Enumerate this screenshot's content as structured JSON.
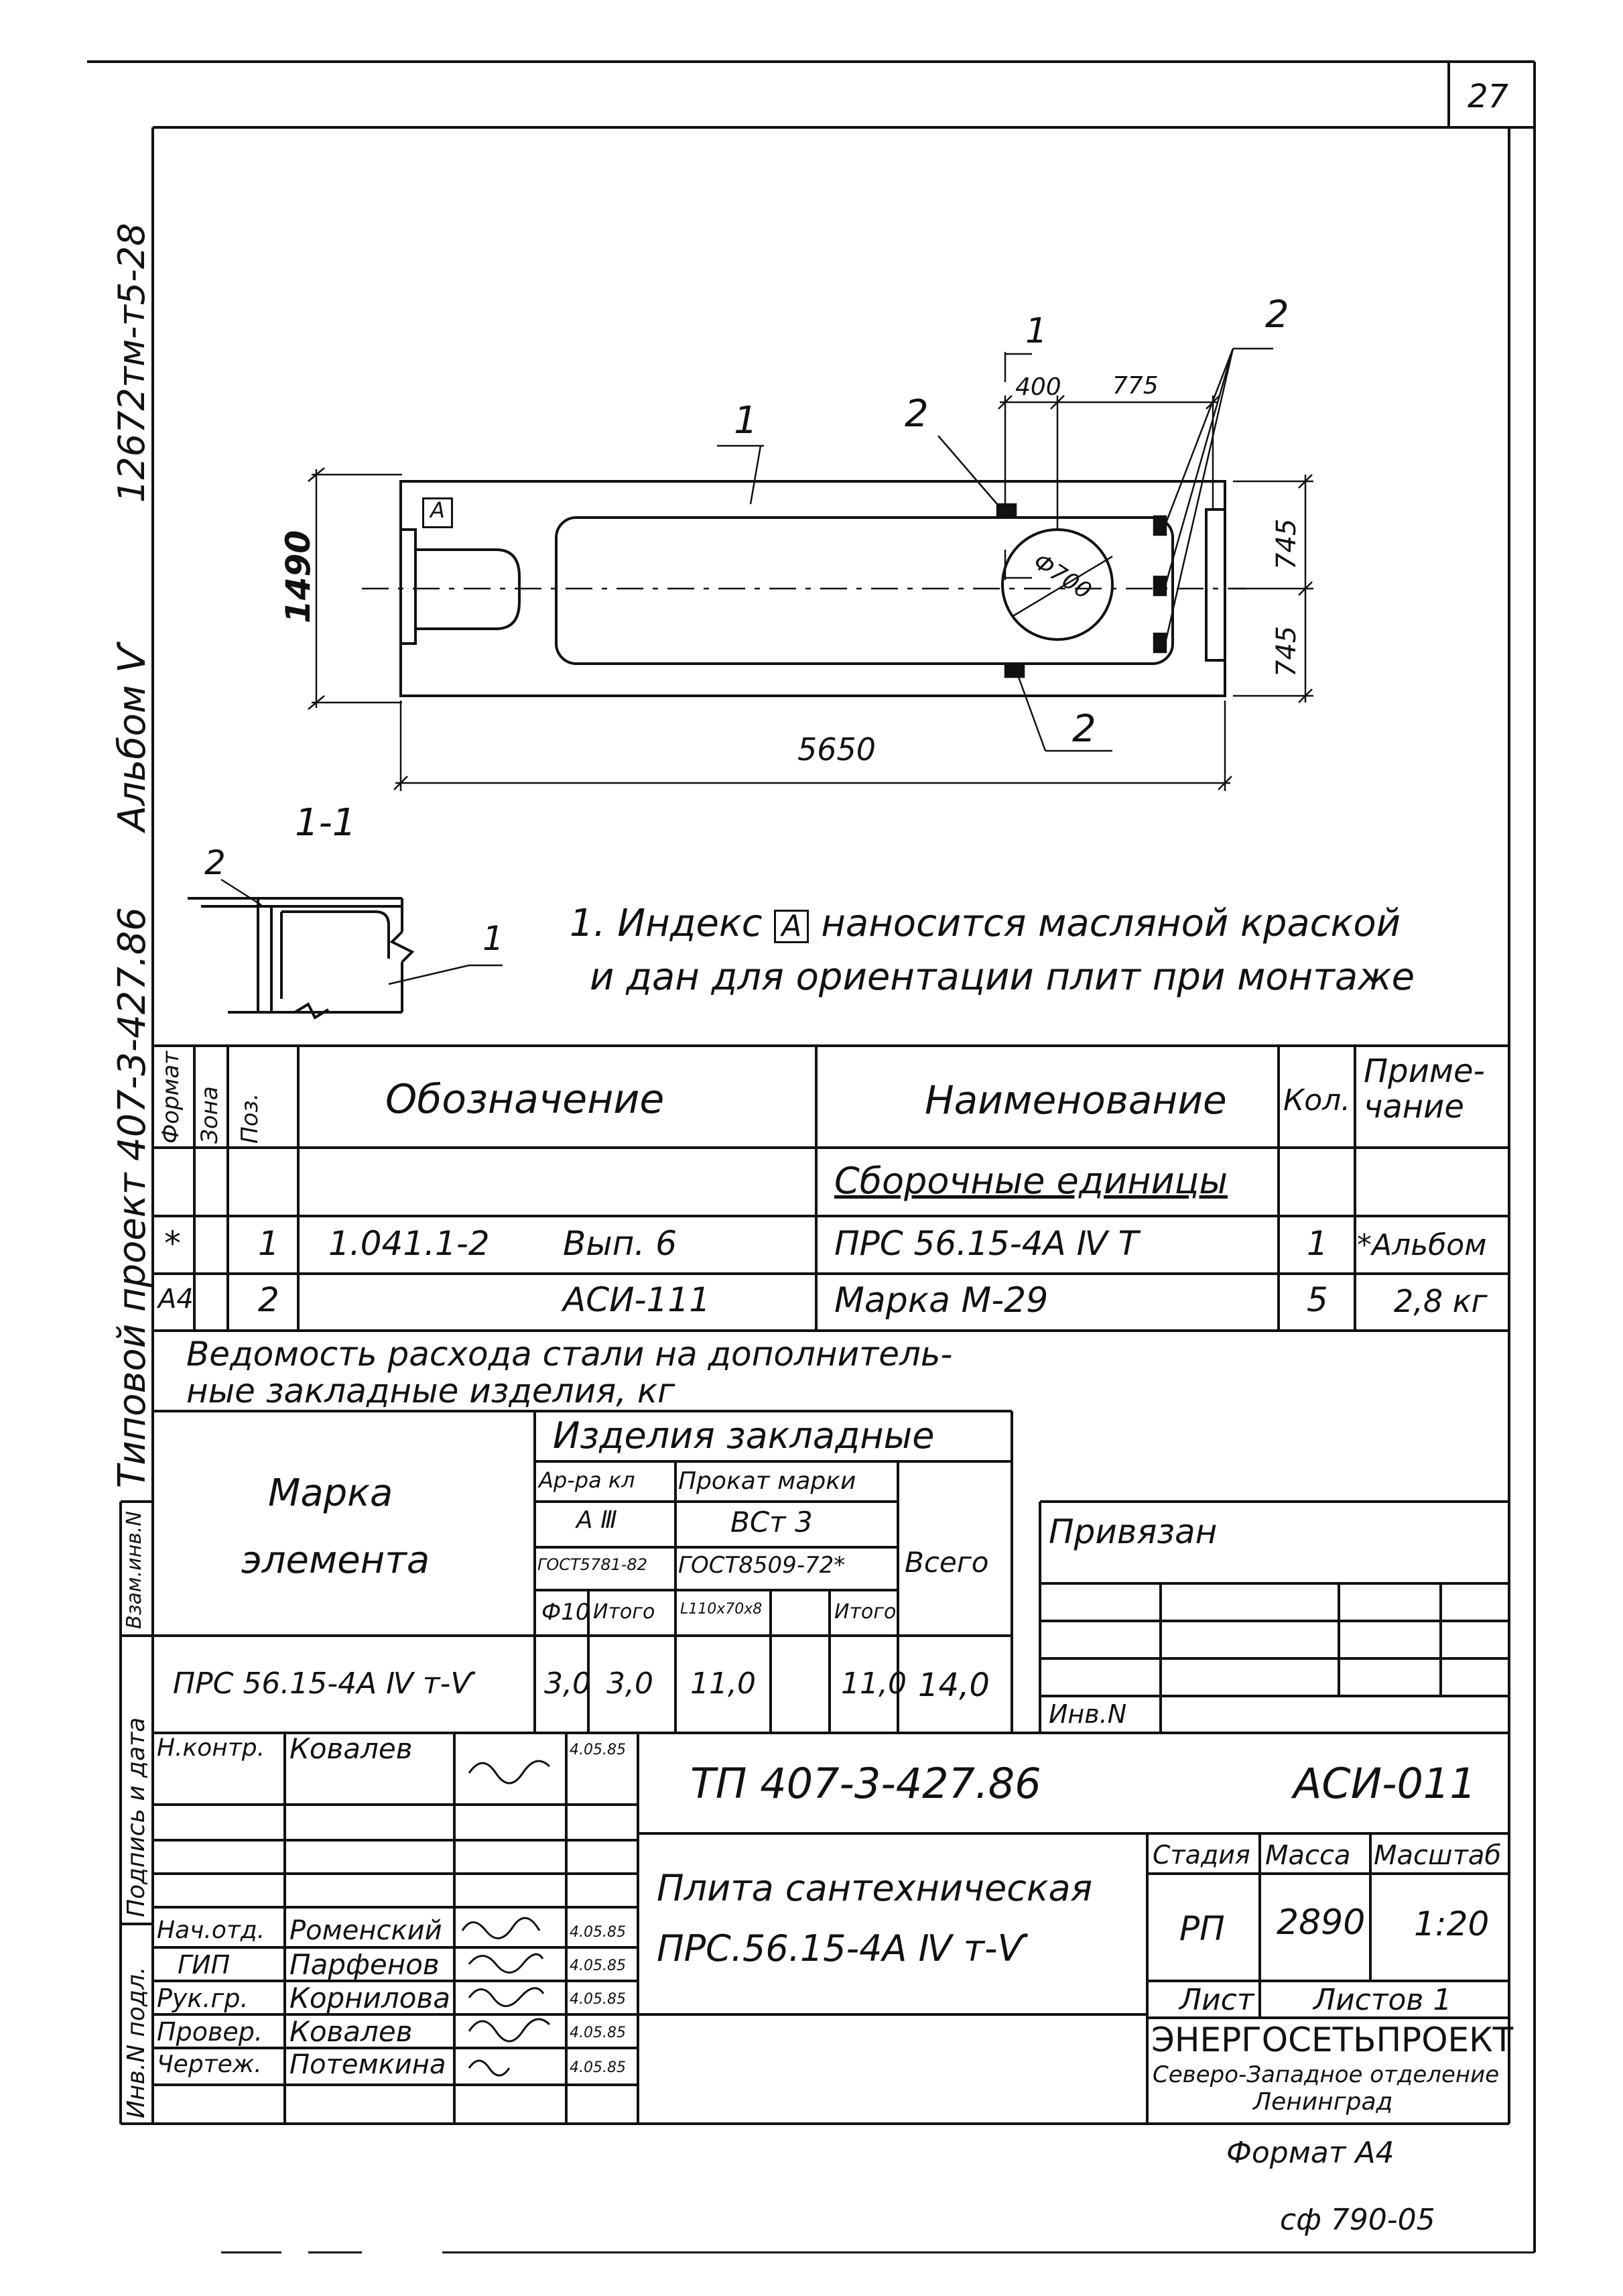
{
  "page_number": "27",
  "margin_labels": {
    "top": "12672тм-т5-28",
    "album": "Альбом Ѵ",
    "project": "Типовой проект 407-3-427.86",
    "col1": "Инв.N подл.",
    "col2": "Подпись и дата",
    "col3": "Взам.инв.N"
  },
  "plan": {
    "marker_a": "А",
    "pos1": "1",
    "pos2_top": "2",
    "pos2_right": "2",
    "pos2_bottom": "2",
    "section_mark": "1",
    "dim_400": "400",
    "dim_775": "775",
    "dim_1490": "1490",
    "dim_745_top": "745",
    "dim_745_bottom": "745",
    "dim_5650": "5650",
    "diameter": "Ф700"
  },
  "section": {
    "title": "1-1",
    "pos2": "2",
    "pos1": "1"
  },
  "note": {
    "line1_pre": "1. Индекс",
    "marker": "А",
    "line1_post": "наносится масляной краской",
    "line2": "и дан для ориентации плит при монтаже"
  },
  "spec": {
    "headers": {
      "format": "Формат",
      "zone": "Зона",
      "pos": "Поз.",
      "designation": "Обозначение",
      "name": "Наименование",
      "qty": "Кол.",
      "note": "Приме-чание"
    },
    "section_title": "Сборочные единицы",
    "rows": [
      {
        "format": "*",
        "pos": "1",
        "designation": "1.041.1-2",
        "issue": "Вып. 6",
        "name": "ПРС 56.15-4А Ⅳ Т",
        "qty": "1",
        "note": "*Альбом"
      },
      {
        "format": "А4",
        "pos": "2",
        "designation": "",
        "issue": "АСИ-111",
        "name": "Марка М-29",
        "qty": "5",
        "note": "2,8 кг"
      }
    ]
  },
  "steel": {
    "title_line1": "Ведомость расхода стали на дополнитель-",
    "title_line2": "ные закладные изделия, кг",
    "mark_label1": "Марка",
    "mark_label2": "элемента",
    "group": "Изделия закладные",
    "rebar": "Ар-ра кл",
    "rebar_class": "А Ⅲ",
    "rebar_gost": "ГОСТ5781-82",
    "rolled": "Прокат марки",
    "rolled_grade": "ВСт 3",
    "rolled_gost": "ГОСТ8509-72*",
    "total": "Всего",
    "sub_phi": "Ф10",
    "sub_itogo": "Итого",
    "sub_angle": "L110x70x8",
    "sub_itogo2": "Итого",
    "row": {
      "mark": "ПРС 56.15-4А Ⅳ т-Ѵ",
      "phi": "3,0",
      "itogo": "3,0",
      "angle": "11,0",
      "blank": "",
      "itogo2": "11,0",
      "total": "14,0"
    }
  },
  "privyazan": {
    "label": "Привязан",
    "inv": "Инв.N"
  },
  "stamp": {
    "code": "ТП 407-3-427.86",
    "sheet_code": "АСИ-011",
    "title_line1": "Плита сантехническая",
    "title_line2": "ПРС.56.15-4А Ⅳ т-Ѵ",
    "stage_h": "Стадия",
    "mass_h": "Масса",
    "scale_h": "Масштаб",
    "stage": "РП",
    "mass": "2890",
    "scale": "1:20",
    "sheet_h": "Лист",
    "sheets_h": "Листов 1",
    "org1": "ЭНЕРГОСЕТЬПРОЕКТ",
    "org2": "Северо-Западное отделение",
    "org3": "Ленинград",
    "signers": [
      {
        "role": "Н.контр.",
        "name": "Ковалев",
        "date": "4.05.85"
      },
      {
        "role": "Нач.отд.",
        "name": "Роменский",
        "date": "4.05.85"
      },
      {
        "role": "ГИП",
        "name": "Парфенов",
        "date": "4.05.85"
      },
      {
        "role": "Рук.гр.",
        "name": "Корнилова",
        "date": "4.05.85"
      },
      {
        "role": "Провер.",
        "name": "Ковалев",
        "date": "4.05.85"
      },
      {
        "role": "Чертеж.",
        "name": "Потемкина",
        "date": "4.05.85"
      }
    ]
  },
  "format": "Формат А4",
  "footer_code": "сф 790-05"
}
